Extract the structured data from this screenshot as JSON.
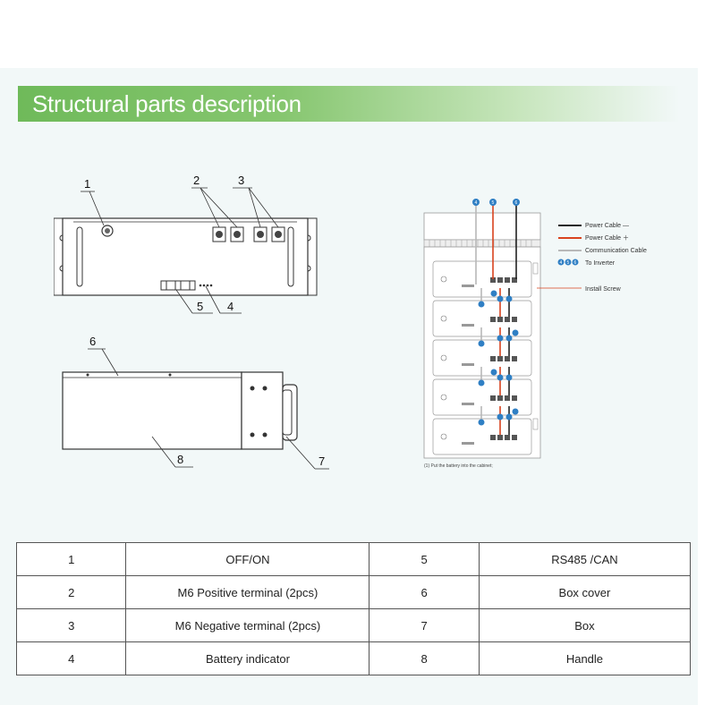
{
  "section": {
    "title": "Structural parts description"
  },
  "front_callouts": [
    "1",
    "2",
    "3",
    "4",
    "5"
  ],
  "side_callouts": [
    "6",
    "7",
    "8"
  ],
  "legend": {
    "power_negative": "Power Cable —",
    "power_positive": "Power Cable ＋",
    "communication": "Communication Cable",
    "inverter_badges": [
      "4",
      "5",
      "6"
    ],
    "to_inverter": "To Inverter",
    "install_screw": "Install Screw"
  },
  "cabinet_note": "(1) Put the battery into the cabinet;",
  "colors": {
    "banner_green": "#6fba5a",
    "power_negative": "#222222",
    "power_positive": "#d9431e",
    "communication": "#b8b8b8",
    "badge_blue": "#2f7fc4"
  },
  "parts_table": {
    "rows": [
      {
        "left_no": "1",
        "left_name": "OFF/ON",
        "right_no": "5",
        "right_name": "RS485 /CAN"
      },
      {
        "left_no": "2",
        "left_name": "M6 Positive terminal (2pcs)",
        "right_no": "6",
        "right_name": "Box cover"
      },
      {
        "left_no": "3",
        "left_name": "M6 Negative terminal (2pcs)",
        "right_no": "7",
        "right_name": "Box"
      },
      {
        "left_no": "4",
        "left_name": "Battery indicator",
        "right_no": "8",
        "right_name": "Handle"
      }
    ]
  }
}
